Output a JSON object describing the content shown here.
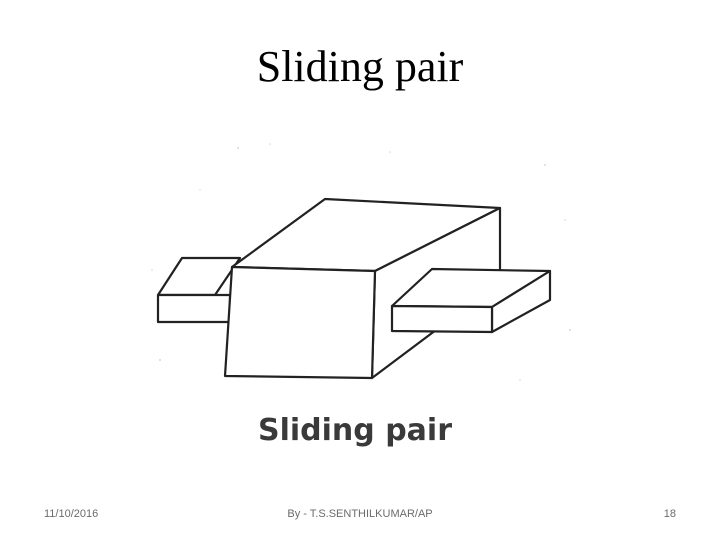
{
  "slide": {
    "title": "Sliding pair"
  },
  "figure": {
    "caption": "Sliding pair",
    "line_color": "#222222",
    "fill_color": "#ffffff"
  },
  "footer": {
    "date": "11/10/2016",
    "author": "By - T.S.SENTHILKUMAR/AP",
    "page_number": "18"
  }
}
